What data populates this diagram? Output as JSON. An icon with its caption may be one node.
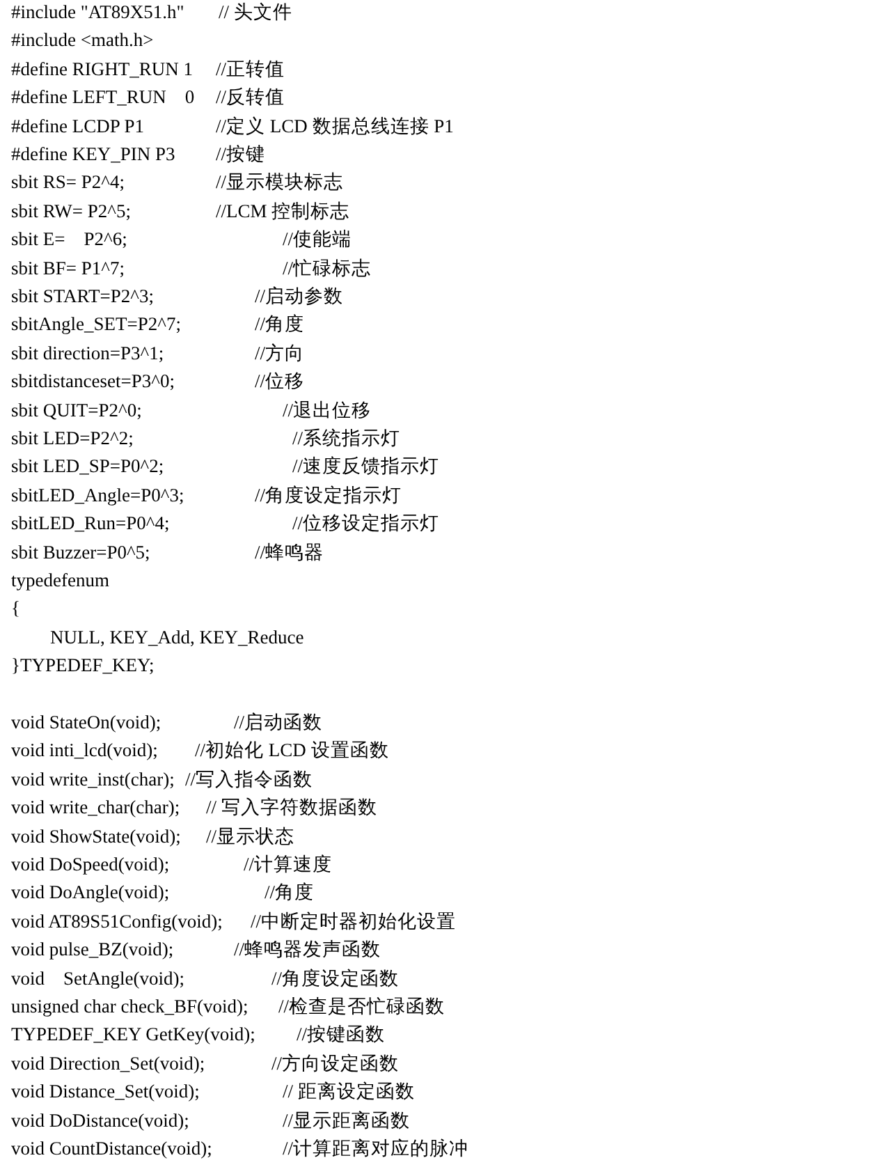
{
  "diagram": {
    "labels": [
      "#include \"AT89X51.h\"",
      "// 头文件",
      "#include <math.h>",
      "#define RIGHT_RUN 1",
      "//正转值",
      "#define LEFT_RUN    0",
      "//反转值",
      "#define LCDP P1",
      "//定义 LCD 数据总线连接 P1",
      "#define KEY_PIN P3",
      "//按键",
      "sbit RS= P2^4;",
      "//显示模块标志",
      "sbit RW= P2^5;",
      "//LCM 控制标志",
      "sbit E=    P2^6;",
      "//使能端",
      "sbit BF= P1^7;",
      "//忙碌标志",
      "sbit START=P2^3;",
      "//启动参数",
      "sbitAngle_SET=P2^7;",
      "//角度",
      "sbit direction=P3^1;",
      "//方向",
      "sbitdistanceset=P3^0;",
      "//位移",
      "sbit QUIT=P2^0;",
      "//退出位移",
      "sbit LED=P2^2;",
      "//系统指示灯",
      "sbit LED_SP=P0^2;",
      "//速度反馈指示灯",
      "sbitLED_Angle=P0^3;",
      "//角度设定指示灯",
      "sbitLED_Run=P0^4;",
      "//位移设定指示灯",
      "sbit Buzzer=P0^5;",
      "//蜂鸣器",
      "typedefenum",
      "{",
      "NULL, KEY_Add, KEY_Reduce",
      "}TYPEDEF_KEY;",
      "void StateOn(void);",
      "//启动函数",
      "void inti_lcd(void);",
      "//初始化 LCD 设置函数",
      "void write_inst(char);",
      "//写入指令函数",
      "void write_char(char);",
      "// 写入字符数据函数",
      "void ShowState(void);",
      "//显示状态",
      "void DoSpeed(void);",
      "//计算速度",
      "void DoAngle(void);",
      "//角度",
      "void AT89S51Config(void);",
      "//中断定时器初始化设置",
      "void pulse_BZ(void);",
      "//蜂鸣器发声函数",
      "void    SetAngle(void);",
      "//角度设定函数",
      "unsigned char check_BF(void);",
      "//检查是否忙碌函数",
      "TYPEDEF_KEY GetKey(void);",
      "//按键函数",
      "void Direction_Set(void);",
      "//方向设定函数",
      "void Distance_Set(void);",
      "// 距离设定函数",
      "void DoDistance(void);",
      "//显示距离函数",
      "void CountDistance(void);",
      "//计算距离对应的脉冲"
    ]
  }
}
